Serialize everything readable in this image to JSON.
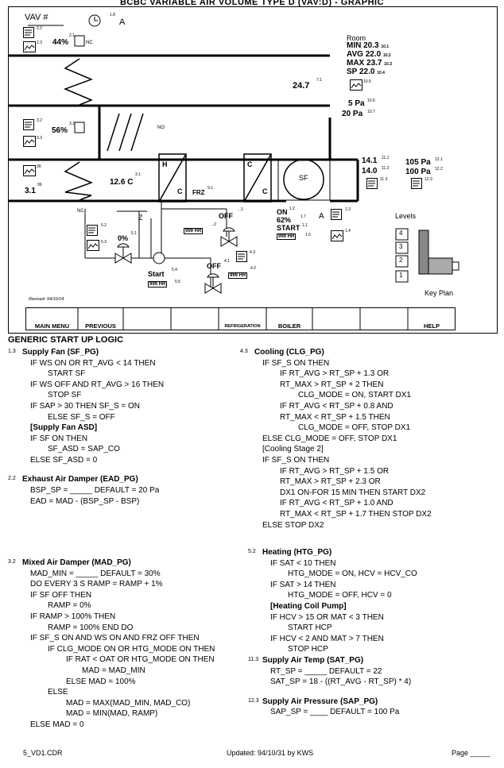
{
  "title": "BCBC VARIABLE AIR VOLUME TYPE D (VAV:D) - GRAPHIC",
  "header": {
    "vav_label": "VAV #",
    "clock_num": "1.8",
    "clock_unit": "A"
  },
  "room": {
    "label": "Room",
    "rows": [
      {
        "key": "MIN",
        "val": "20.3",
        "num": "10.1"
      },
      {
        "key": "AVG",
        "val": "22.0",
        "num": "10.2"
      },
      {
        "key": "MAX",
        "val": "23.7",
        "num": "10.3"
      },
      {
        "key": "SP",
        "val": "22.0",
        "num": "10.4"
      }
    ],
    "trend_num": "10.5"
  },
  "duct": {
    "temp": "24.7",
    "temp_num": "7.1",
    "pressure": "5 Pa",
    "pressure_num": "10.6",
    "pressure_sp": "20 Pa",
    "pressure_sp_num": "10.7"
  },
  "exhaust": {
    "pct": "44%",
    "pct_num": "2.1",
    "nc": "NC",
    "doc_num": "2.2",
    "trend_num": "2.3"
  },
  "mixed": {
    "pct": "56%",
    "pct_num": "3.1",
    "no": "NO",
    "doc_num": "3.2",
    "trend_num": "3.3"
  },
  "outside": {
    "doc_num": "99",
    "temp": "3.1",
    "temp_num": "99"
  },
  "mat": {
    "temp": "12.6 C",
    "temp_num": "3.1"
  },
  "coils": {
    "h": "H",
    "c1": "C",
    "frz": "FRZ",
    "frz_num": "9.1",
    "c2": "C",
    "c3": "C"
  },
  "fan": {
    "label": "SF",
    "on": "ON",
    "on_num": "1.2",
    "pct": "62%",
    "pct_num": "1.7",
    "mode": "A",
    "start": "START",
    "start_num": "1.1",
    "hr": "999 HR",
    "hr_num": "1.5",
    "doc_num": "1.3",
    "trend_num": "1.4"
  },
  "supply": {
    "sat": "14.1",
    "sat_num": "11.1",
    "sat_sp": "14.0",
    "sat_sp_num": "11.2",
    "doc_num": "11.3",
    "sap": "105 Pa",
    "sap_num": "12.1",
    "sap_sp": "100 Pa",
    "sap_sp_num": "12.2",
    "sap_doc_num": "12.3"
  },
  "valve1": {
    "nc": "NC",
    "pct": "0%",
    "pct_num": "5.1",
    "z": "Z",
    "doc_num": "5.2",
    "trend_num": "5.3",
    "start": "Start",
    "start_num": "5.4",
    "hr": "999 HR",
    "hr_num": "5.5"
  },
  "valve2": {
    "hr": "999 HR",
    "hr_num": "",
    "off": "OFF",
    "off_num": "...1",
    "num2": "...2"
  },
  "valve3": {
    "off": "OFF",
    "off_num": "4.1",
    "hr": "999 HR",
    "doc_num": "4.3",
    "num2": "4.2"
  },
  "levels": {
    "label": "Levels",
    "items": [
      "4",
      "3",
      "2",
      "1"
    ],
    "key_plan": "Key Plan"
  },
  "revised": "Revised: 94/10/14",
  "nav": [
    "MAIN MENU",
    "PREVIOUS",
    "",
    "",
    "REFRIGERATION",
    "BOILER",
    "",
    "HELP"
  ],
  "logic": {
    "heading": "GENERIC START UP LOGIC",
    "left": [
      {
        "n": "1.3",
        "t": "Supply Fan (SF_PG)",
        "h": true
      },
      {
        "t": "IF WS ON OR RT_AVG < 14 THEN",
        "i": 1
      },
      {
        "t": "START SF",
        "i": 2
      },
      {
        "t": "IF WS OFF AND RT_AVG > 16 THEN",
        "i": 1
      },
      {
        "t": "STOP SF",
        "i": 2
      },
      {
        "t": "IF SAP > 30 THEN SF_S = ON",
        "i": 1
      },
      {
        "t": "ELSE SF_S = OFF",
        "i": 2
      },
      {
        "t": "[Supply Fan ASD]",
        "i": 1,
        "h": true
      },
      {
        "t": "IF SF ON THEN",
        "i": 1
      },
      {
        "t": "SF_ASD = SAP_CO",
        "i": 2
      },
      {
        "t": "ELSE SF_ASD = 0",
        "i": 1
      },
      {
        "gap": true
      },
      {
        "n": "2.2",
        "t": "Exhaust Air Damper (EAD_PG)",
        "h": true
      },
      {
        "t": "BSP_SP = _____ DEFAULT = 20 Pa",
        "i": 1
      },
      {
        "t": "EAD = MAD - (BSP_SP - BSP)",
        "i": 1
      }
    ],
    "left2": [
      {
        "n": "3.2",
        "t": "Mixed Air Damper (MAD_PG)",
        "h": true
      },
      {
        "t": "MAD_MIN = _____ DEFAULT = 30%",
        "i": 1
      },
      {
        "t": "DO EVERY 3 S RAMP = RAMP + 1%",
        "i": 1
      },
      {
        "t": "IF SF OFF THEN",
        "i": 1
      },
      {
        "t": "RAMP = 0%",
        "i": 2
      },
      {
        "t": "IF RAMP > 100% THEN",
        "i": 1
      },
      {
        "t": "RAMP = 100% END DO",
        "i": 2
      },
      {
        "t": "IF SF_S ON AND WS ON AND FRZ OFF THEN",
        "i": 1
      },
      {
        "t": "IF CLG_MODE ON OR HTG_MODE ON THEN",
        "i": 2
      },
      {
        "t": "IF RAT < OAT OR HTG_MODE ON THEN",
        "i": 3
      },
      {
        "t": "MAD = MAD_MIN",
        "i": 4
      },
      {
        "t": "ELSE MAD = 100%",
        "i": 3
      },
      {
        "t": "ELSE",
        "i": 2
      },
      {
        "t": "MAD = MAX(MAD_MIN, MAD_CO)",
        "i": 3
      },
      {
        "t": "MAD = MIN(MAD, RAMP)",
        "i": 3
      },
      {
        "t": "ELSE MAD = 0",
        "i": 1
      }
    ],
    "right": [
      {
        "n": "4.3",
        "t": "Cooling (CLG_PG)",
        "h": true
      },
      {
        "t": "IF SF_S ON THEN",
        "i": 1
      },
      {
        "t": "IF RT_AVG > RT_SP + 1.3 OR",
        "i": 2
      },
      {
        "t": "RT_MAX > RT_SP + 2 THEN",
        "i": 2
      },
      {
        "t": "CLG_MODE = ON, START DX1",
        "i": 3
      },
      {
        "t": "IF RT_AVG < RT_SP + 0.8 AND",
        "i": 2
      },
      {
        "t": "RT_MAX < RT_SP + 1.5 THEN",
        "i": 2
      },
      {
        "t": "CLG_MODE = OFF, STOP DX1",
        "i": 3
      },
      {
        "t": "ELSE CLG_MODE = OFF, STOP DX1",
        "i": 1
      },
      {
        "t": "[Cooling Stage 2]",
        "i": 1
      },
      {
        "t": "IF SF_S ON THEN",
        "i": 1
      },
      {
        "t": "IF RT_AVG > RT_SP + 1.5 OR",
        "i": 2
      },
      {
        "t": "RT_MAX > RT_SP + 2.3 OR",
        "i": 2
      },
      {
        "t": "DX1 ON-FOR 15 MIN THEN START DX2",
        "i": 2
      },
      {
        "t": "IF RT_AVG < RT_SP + 1.0 AND",
        "i": 2
      },
      {
        "t": "RT_MAX < RT_SP + 1.7 THEN STOP DX2",
        "i": 2
      },
      {
        "t": "ELSE STOP DX2",
        "i": 1
      }
    ],
    "right2": [
      {
        "n": "5.2",
        "t": "Heating (HTG_PG)",
        "h": true
      },
      {
        "t": "IF SAT < 10 THEN",
        "i": 1
      },
      {
        "t": "HTG_MODE = ON, HCV = HCV_CO",
        "i": 2
      },
      {
        "t": "IF SAT > 14 THEN",
        "i": 1
      },
      {
        "t": "HTG_MODE = OFF, HCV = 0",
        "i": 2
      },
      {
        "t": "[Heating Coil Pump]",
        "i": 1,
        "h": true
      },
      {
        "t": "IF HCV > 15 OR MAT < 3 THEN",
        "i": 1
      },
      {
        "t": "START HCP",
        "i": 2
      },
      {
        "t": "IF HCV < 2 AND MAT > 7 THEN",
        "i": 1
      },
      {
        "t": "STOP HCP",
        "i": 2
      },
      {
        "n": "11.3",
        "t": "Supply Air Temp (SAT_PG)",
        "h": true
      },
      {
        "t": "RT_SP = _____ DEFAULT = 22",
        "i": 1
      },
      {
        "t": "SAT_SP = 18 - ((RT_AVG - RT_SP) * 4)",
        "i": 1
      },
      {
        "gap": true
      },
      {
        "n": "12.3",
        "t": "Supply Air Pressure (SAP_PG)",
        "h": true
      },
      {
        "t": "SAP_SP = ____ DEFAULT = 100 Pa",
        "i": 1
      }
    ]
  },
  "footer": {
    "left": "5_VD1.CDR",
    "center": "Updated: 94/10/31 by KWS",
    "right": "Page _____"
  }
}
